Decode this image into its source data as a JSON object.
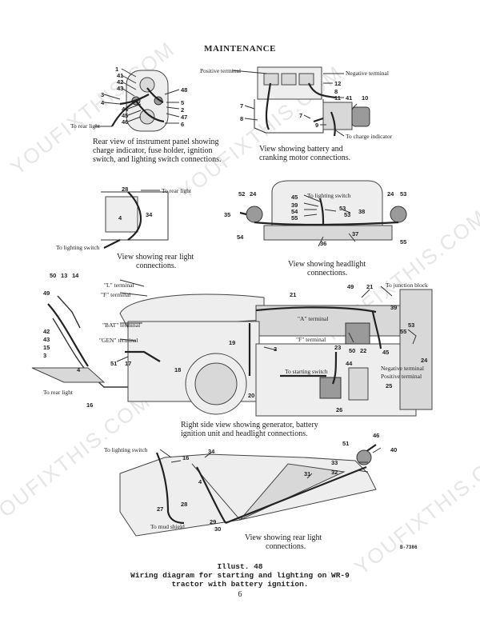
{
  "header": {
    "title": "MAINTENANCE"
  },
  "watermark": {
    "text": "YOUFIXTHIS.COM"
  },
  "panel1": {
    "caption": [
      "Rear view of instrument panel showing",
      "charge indicator, fuse holder, ignition",
      "switch, and lighting switch connections."
    ],
    "labels": {
      "to_rear_light": "To rear light"
    },
    "numbers": [
      "1",
      "41",
      "42",
      "43",
      "3",
      "4",
      "44",
      "45",
      "46",
      "48",
      "5",
      "2",
      "47",
      "6"
    ]
  },
  "panel2": {
    "caption": [
      "View showing battery and",
      "cranking motor connections."
    ],
    "labels": {
      "positive": "Positive terminal",
      "negative": "Negative terminal",
      "charge": "To charge indicator"
    },
    "numbers": [
      "12",
      "8",
      "11",
      "41",
      "10",
      "7",
      "8",
      "7",
      "9"
    ]
  },
  "panel3": {
    "caption": [
      "View showing rear light",
      "connections."
    ],
    "labels": {
      "to_rear_light": "To rear light",
      "to_lighting_switch": "To lighting switch"
    },
    "numbers": [
      "28",
      "4",
      "34"
    ]
  },
  "panel4": {
    "caption": [
      "View showing headlight",
      "connections."
    ],
    "labels": {
      "to_lighting_switch": "To lighting switch"
    },
    "numbers": [
      "52",
      "24",
      "45",
      "39",
      "54",
      "53",
      "55",
      "53",
      "38",
      "35",
      "54",
      "37",
      "36",
      "24",
      "53",
      "55"
    ]
  },
  "panel5": {
    "caption": [
      "Right side view showing generator, battery",
      "ignition unit and headlight connections."
    ],
    "labels": {
      "l_terminal": "\"L\" terminal",
      "f_terminal": "\"F\" terminal",
      "bat_terminal": "\"BAT\" terminal",
      "gen_terminal": "\"GEN\" terminal",
      "to_rear_light": "To rear light",
      "a_terminal": "\"A\" terminal",
      "f_terminal2": "\"F\" terminal",
      "to_starting_switch": "To starting switch",
      "to_junction_block": "To junction block",
      "negative": "Negative terminal",
      "positive": "Positive terminal"
    },
    "numbers": [
      "50",
      "13",
      "14",
      "49",
      "42",
      "43",
      "15",
      "3",
      "4",
      "51",
      "17",
      "16",
      "18",
      "19",
      "3",
      "20",
      "21",
      "49",
      "21",
      "23",
      "50",
      "22",
      "39",
      "53",
      "55",
      "45",
      "24",
      "44",
      "26",
      "25"
    ]
  },
  "panel6": {
    "caption": [
      "View showing rear light",
      "connections."
    ],
    "labels": {
      "to_lighting_switch": "To lighting switch",
      "to_mud_shield": "To mud shield"
    },
    "numbers": [
      "16",
      "34",
      "4",
      "27",
      "28",
      "29",
      "30",
      "31",
      "51",
      "46",
      "33",
      "32",
      "40"
    ]
  },
  "figure": {
    "number": "Illust. 48",
    "title_lines": [
      "Wiring diagram for starting and lighting on WR-9",
      "tractor with battery ignition."
    ],
    "code": "B-7386",
    "page_number": "6"
  }
}
